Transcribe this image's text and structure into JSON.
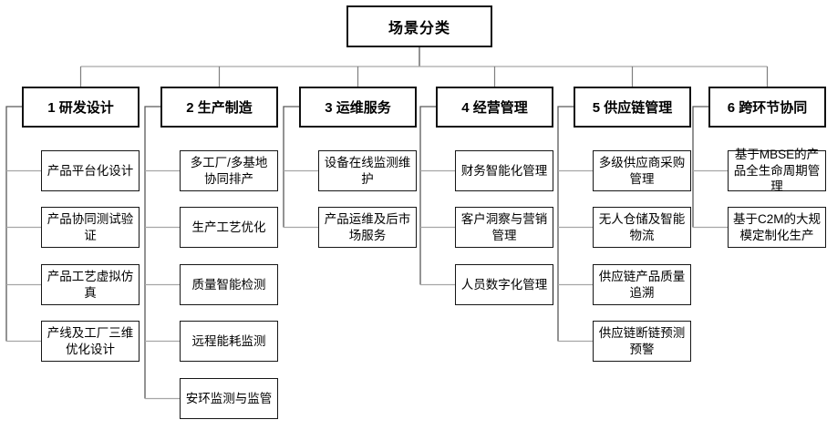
{
  "diagram": {
    "root_label": "场景分类",
    "branches": [
      {
        "label": "1 研发设计",
        "children": [
          "产品平台化设计",
          "产品协同测试验证",
          "产品工艺虚拟仿真",
          "产线及工厂三维优化设计"
        ]
      },
      {
        "label": "2 生产制造",
        "children": [
          "多工厂/多基地协同排产",
          "生产工艺优化",
          "质量智能检测",
          "远程能耗监测",
          "安环监测与监管"
        ]
      },
      {
        "label": "3 运维服务",
        "children": [
          "设备在线监测维护",
          "产品运维及后市场服务"
        ]
      },
      {
        "label": "4 经营管理",
        "children": [
          "财务智能化管理",
          "客户洞察与营销管理",
          "人员数字化管理"
        ]
      },
      {
        "label": "5 供应链管理",
        "children": [
          "多级供应商采购管理",
          "无人仓储及智能物流",
          "供应链产品质量追溯",
          "供应链断链预测预警"
        ]
      },
      {
        "label": "6 跨环节协同",
        "children": [
          "基于MBSE的产品全生命周期管理",
          "基于C2M的大规模定制化生产"
        ]
      }
    ],
    "colors": {
      "box_border": "#111111",
      "connector_dark": "#595959",
      "connector_light": "#a6a6a6",
      "background": "#ffffff"
    }
  }
}
